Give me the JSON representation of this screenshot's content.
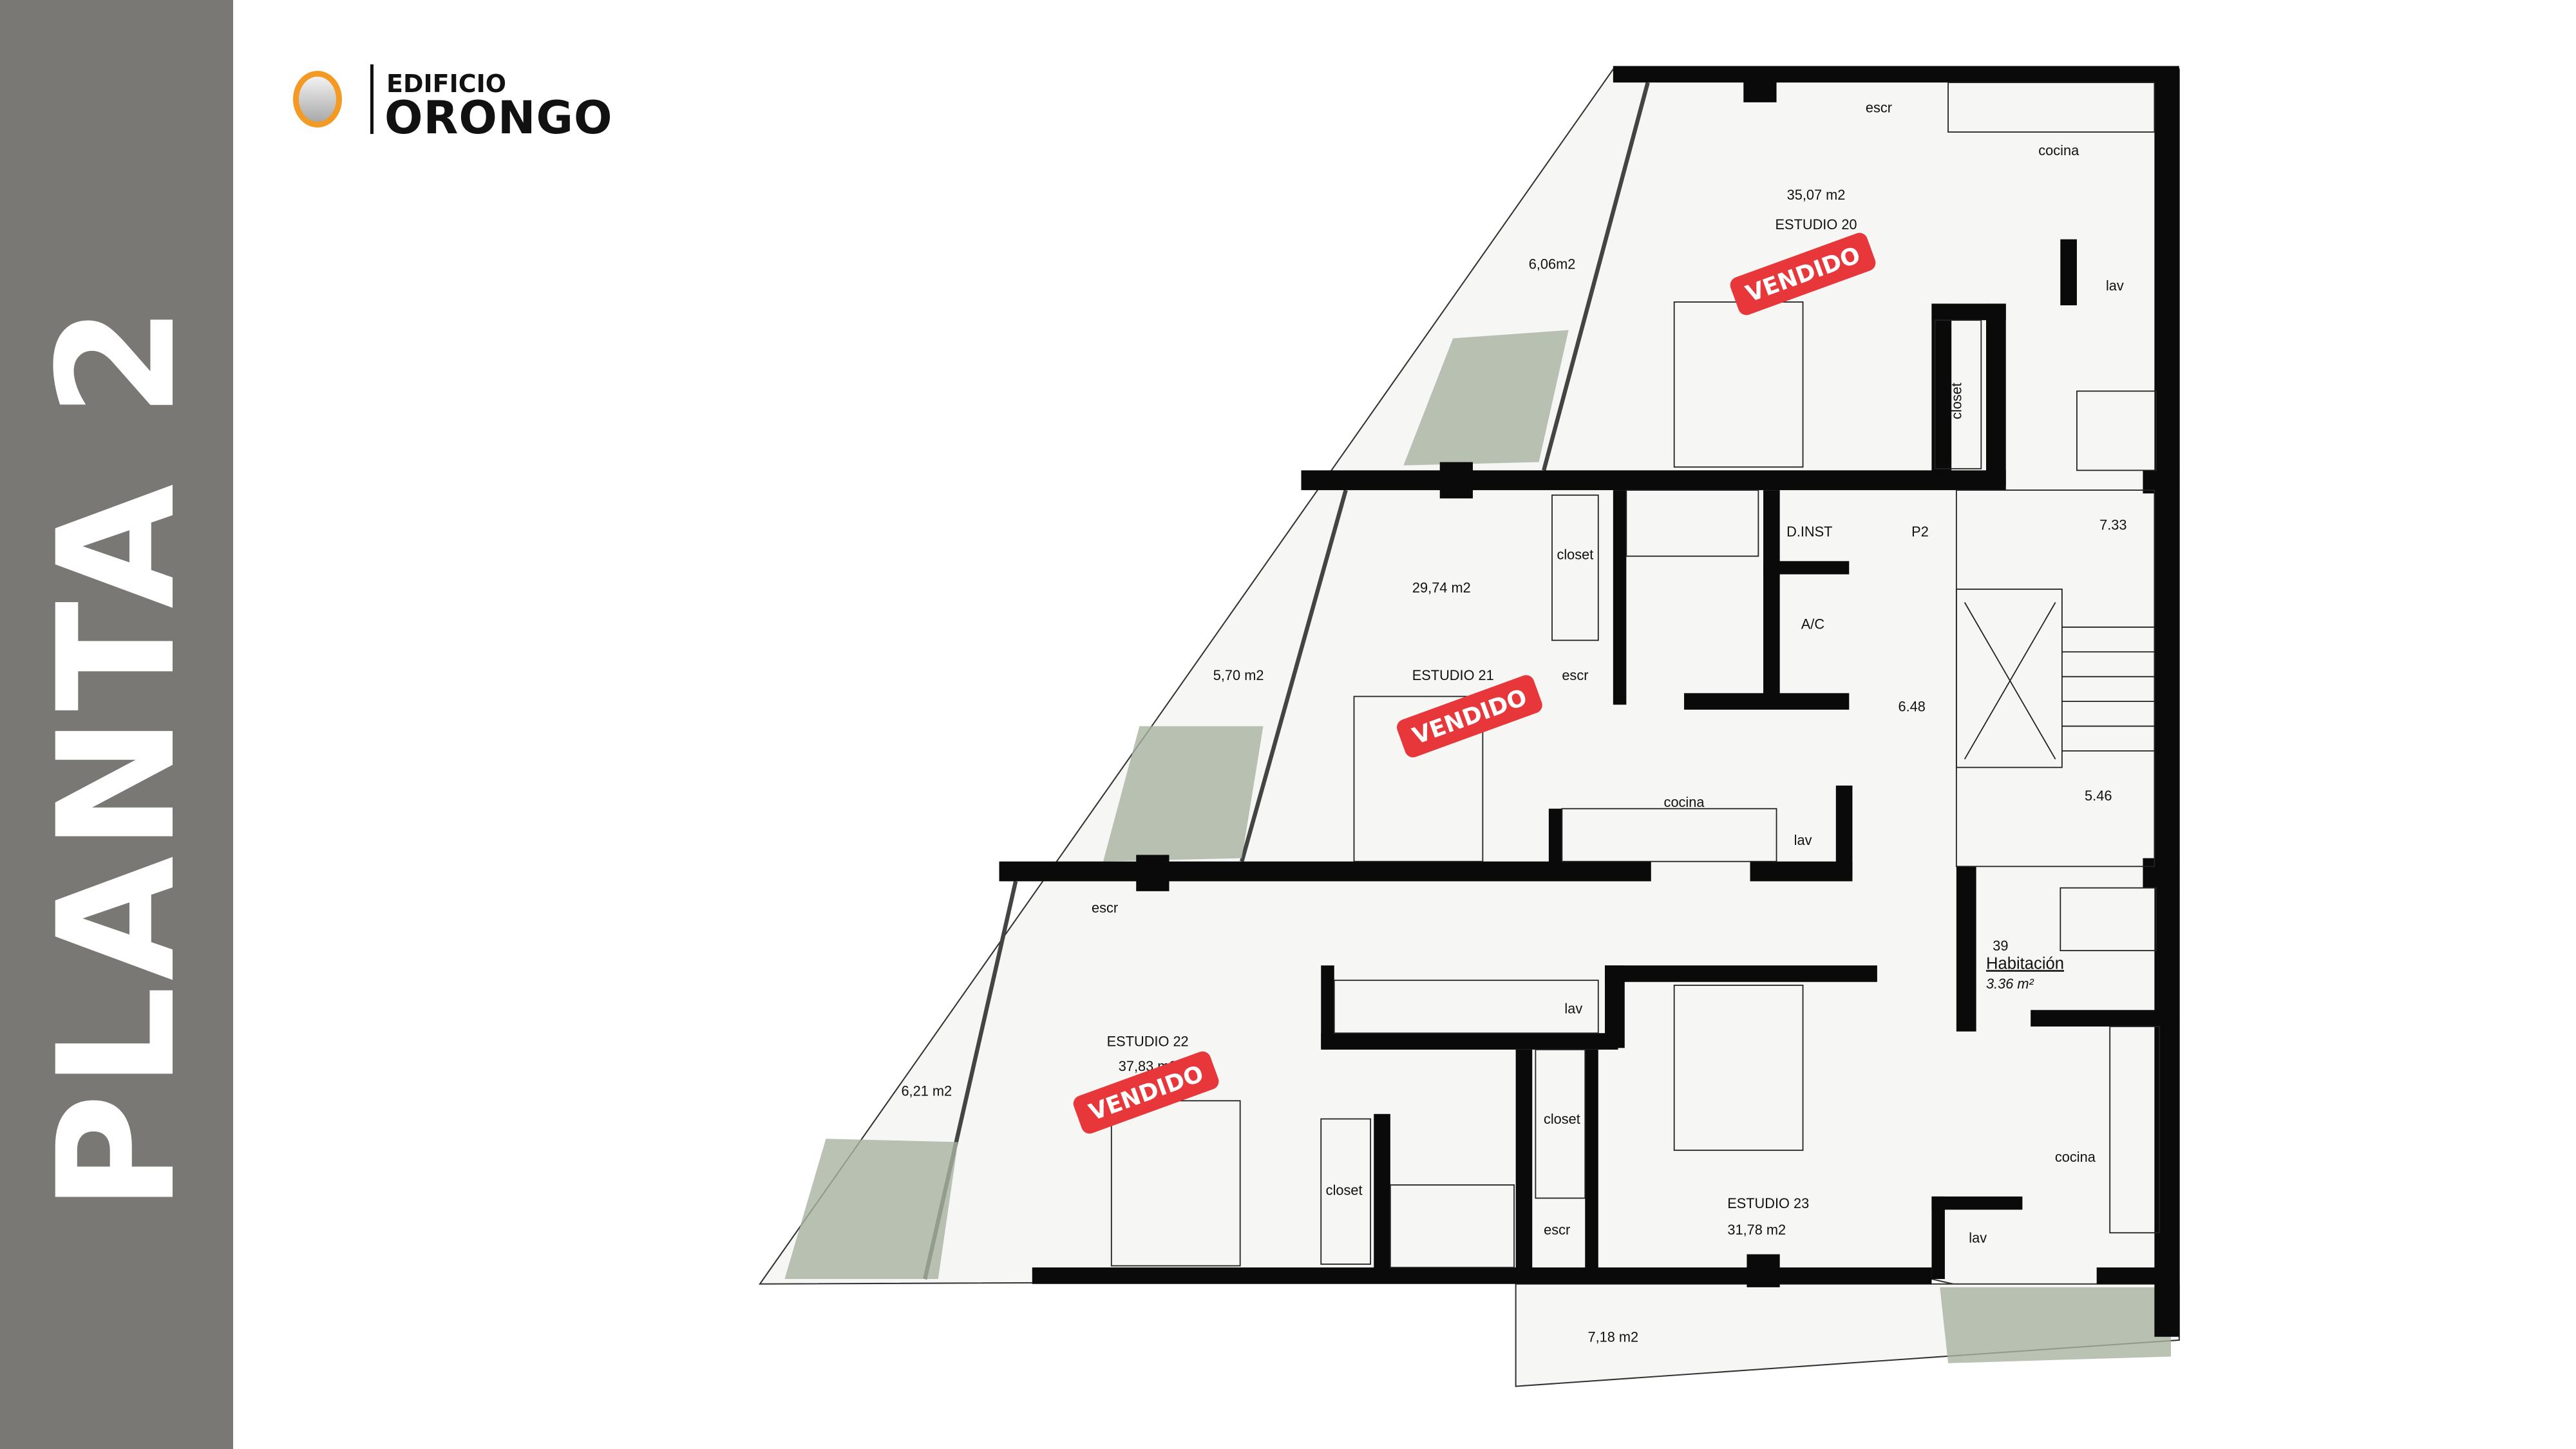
{
  "sidebar": {
    "title": "PLANTA 2",
    "color": "#7a7875"
  },
  "logo": {
    "top": "EDIFICIO",
    "main": "ORONGO",
    "accent": "#f39a25"
  },
  "plan": {
    "sold_label": "VENDIDO",
    "sold_color": "#e8373a",
    "units": {
      "e20": {
        "name": "ESTUDIO 20",
        "area": "35,07 m2",
        "terrace": "6,06m2",
        "desk": "escr",
        "kitchen": "cocina",
        "laundry": "lav",
        "closet": "closet"
      },
      "e21": {
        "name": "ESTUDIO 21",
        "area": "29,74 m2",
        "terrace": "5,70 m2",
        "desk": "escr",
        "kitchen": "cocina",
        "laundry": "lav",
        "closet": "closet"
      },
      "e22": {
        "name": "ESTUDIO 22",
        "area": "37,83 m2",
        "terrace": "6,21 m2",
        "desk": "escr",
        "laundry": "lav",
        "closet": "closet"
      },
      "e23": {
        "name": "ESTUDIO 23",
        "area": "31,78 m2",
        "terrace": "7,18 m2",
        "desk": "escr",
        "kitchen": "cocina",
        "laundry": "lav",
        "closet": "closet"
      }
    },
    "common": {
      "dinst": "D.INST",
      "ac": "A/C",
      "hall": "P2",
      "level_1": "7.33",
      "level_2": "6.48",
      "level_3": "5.46",
      "room_number": "39",
      "room_name": "Habitación",
      "room_area": "3.36 m²"
    }
  }
}
